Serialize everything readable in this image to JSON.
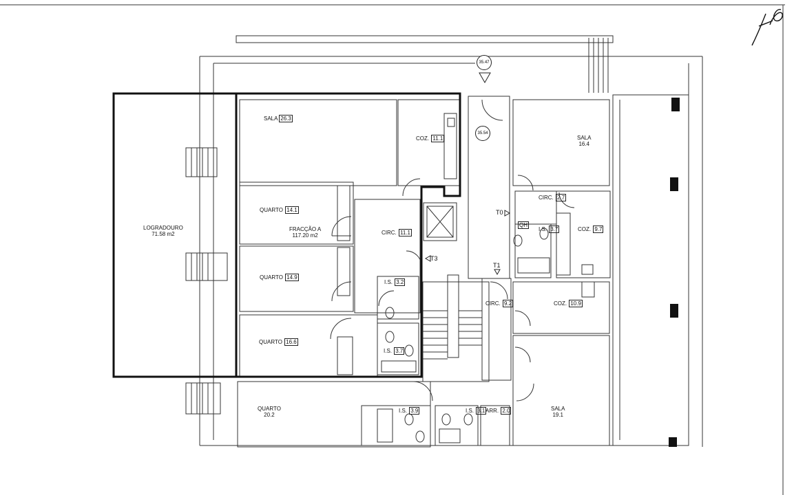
{
  "rooms": {
    "sala_a": {
      "name": "SALA",
      "area": "26.3"
    },
    "coz_a": {
      "name": "COZ.",
      "area": "11.1"
    },
    "quarto_a1": {
      "name": "QUARTO",
      "area": "14.1"
    },
    "fraccao": {
      "name": "FRACÇÃO A",
      "area": "117.20 m2"
    },
    "circ_a": {
      "name": "CIRC.",
      "area": "11.1"
    },
    "quarto_a2": {
      "name": "QUARTO",
      "area": "14.9"
    },
    "is_a1": {
      "name": "I.S.",
      "area": "3.2"
    },
    "quarto_a3": {
      "name": "QUARTO",
      "area": "16.6"
    },
    "is_a2": {
      "name": "I.S.",
      "area": "3.7"
    },
    "logradouro": {
      "name": "LOGRADOURO",
      "area": "71.58 m2"
    },
    "quarto_b": {
      "name": "QUARTO",
      "area": "20.2"
    },
    "is_b1": {
      "name": "I.S.",
      "area": "3.9"
    },
    "is_b2": {
      "name": "I.S.",
      "area": "3.1"
    },
    "arr": {
      "name": "ARR.",
      "area": "2.0"
    },
    "sala_c": {
      "name": "SALA",
      "area": "16.4"
    },
    "circ_c": {
      "name": "CIRC.",
      "area": "2.7"
    },
    "is_c": {
      "name": "I.S.",
      "area": "3.7"
    },
    "coz_c": {
      "name": "COZ.",
      "area": "9.7"
    },
    "circ_d": {
      "name": "CIRC.",
      "area": "9.2"
    },
    "coz_d": {
      "name": "COZ.",
      "area": "10.9"
    },
    "sala_d": {
      "name": "SALA",
      "area": "19.1"
    }
  },
  "levels": {
    "top": "35.47",
    "mid": "35.54"
  },
  "markers": {
    "t0": "T0",
    "t1": "T1",
    "t3": "T3",
    "qh": "QH"
  }
}
